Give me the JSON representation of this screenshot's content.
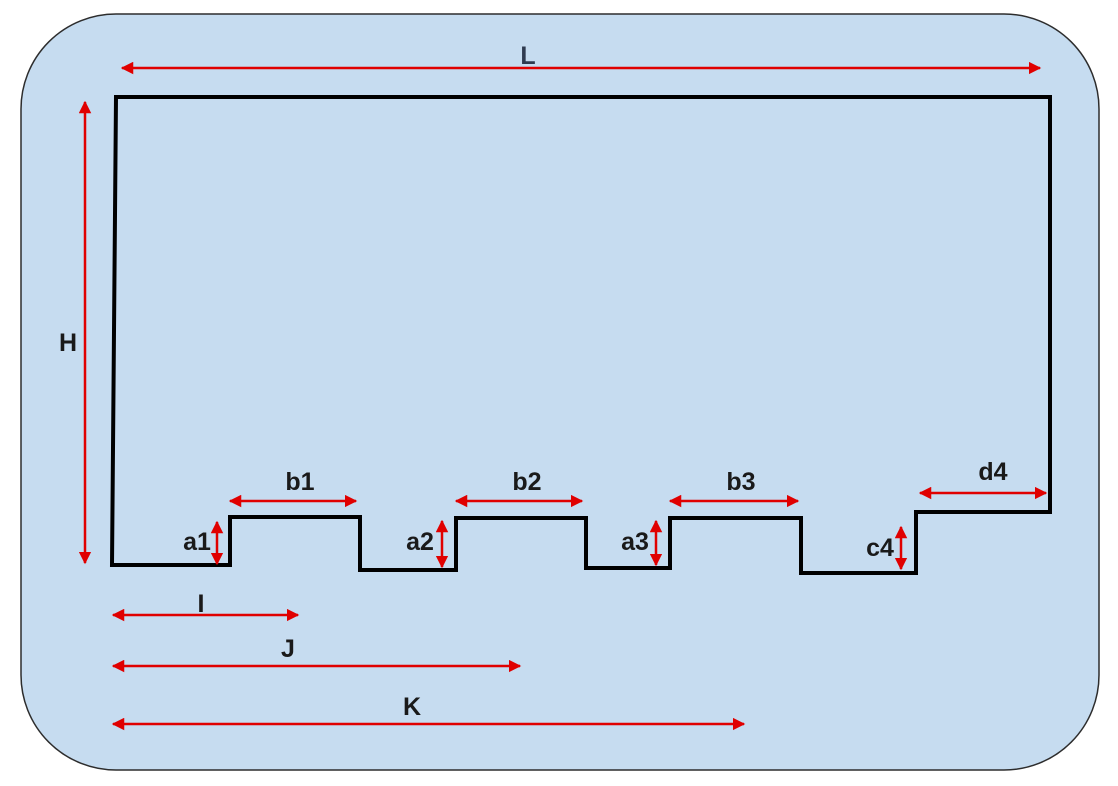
{
  "colors": {
    "panel_fill": "#c6dcf0",
    "panel_border": "#2d2d2d",
    "outline": "#000000",
    "dimension_arrow": "#e00000",
    "label_text": "#1a1a1a",
    "title_label_text": "#2f3b50"
  },
  "labels": {
    "L": "L",
    "H": "H",
    "b1": "b1",
    "b2": "b2",
    "b3": "b3",
    "d4": "d4",
    "a1": "a1",
    "a2": "a2",
    "a3": "a3",
    "c4": "c4",
    "I": "I",
    "J": "J",
    "K": "K"
  }
}
